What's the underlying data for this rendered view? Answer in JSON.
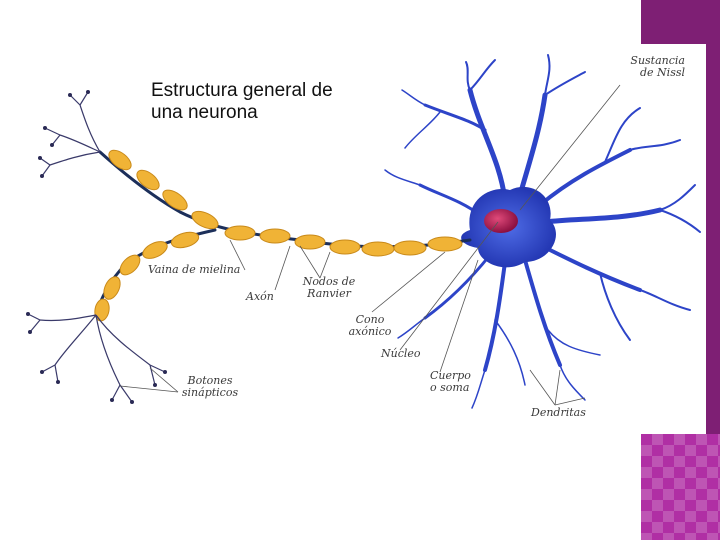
{
  "slide": {
    "title_line1": "Estructura general de",
    "title_line2": "una neurona"
  },
  "labels": {
    "sustancia_line1": "Sustancia",
    "sustancia_line2": "de Nissl",
    "vaina": "Vaina de mielina",
    "axon": "Axón",
    "nodos_line1": "Nodos de",
    "nodos_line2": "Ranvier",
    "cono_line1": "Cono",
    "cono_line2": "axónico",
    "nucleo": "Núcleo",
    "cuerpo_line1": "Cuerpo",
    "cuerpo_line2": "o soma",
    "botones_line1": "Botones",
    "botones_line2": "sinápticos",
    "dendritas": "Dendritas"
  },
  "colors": {
    "soma": "#2d44c8",
    "nucleus": "#b0194a",
    "myelin": "#f0b336",
    "axon": "#1c2f5a",
    "terminal": "#3a3a6a",
    "accent_band": "#7e1f74"
  }
}
